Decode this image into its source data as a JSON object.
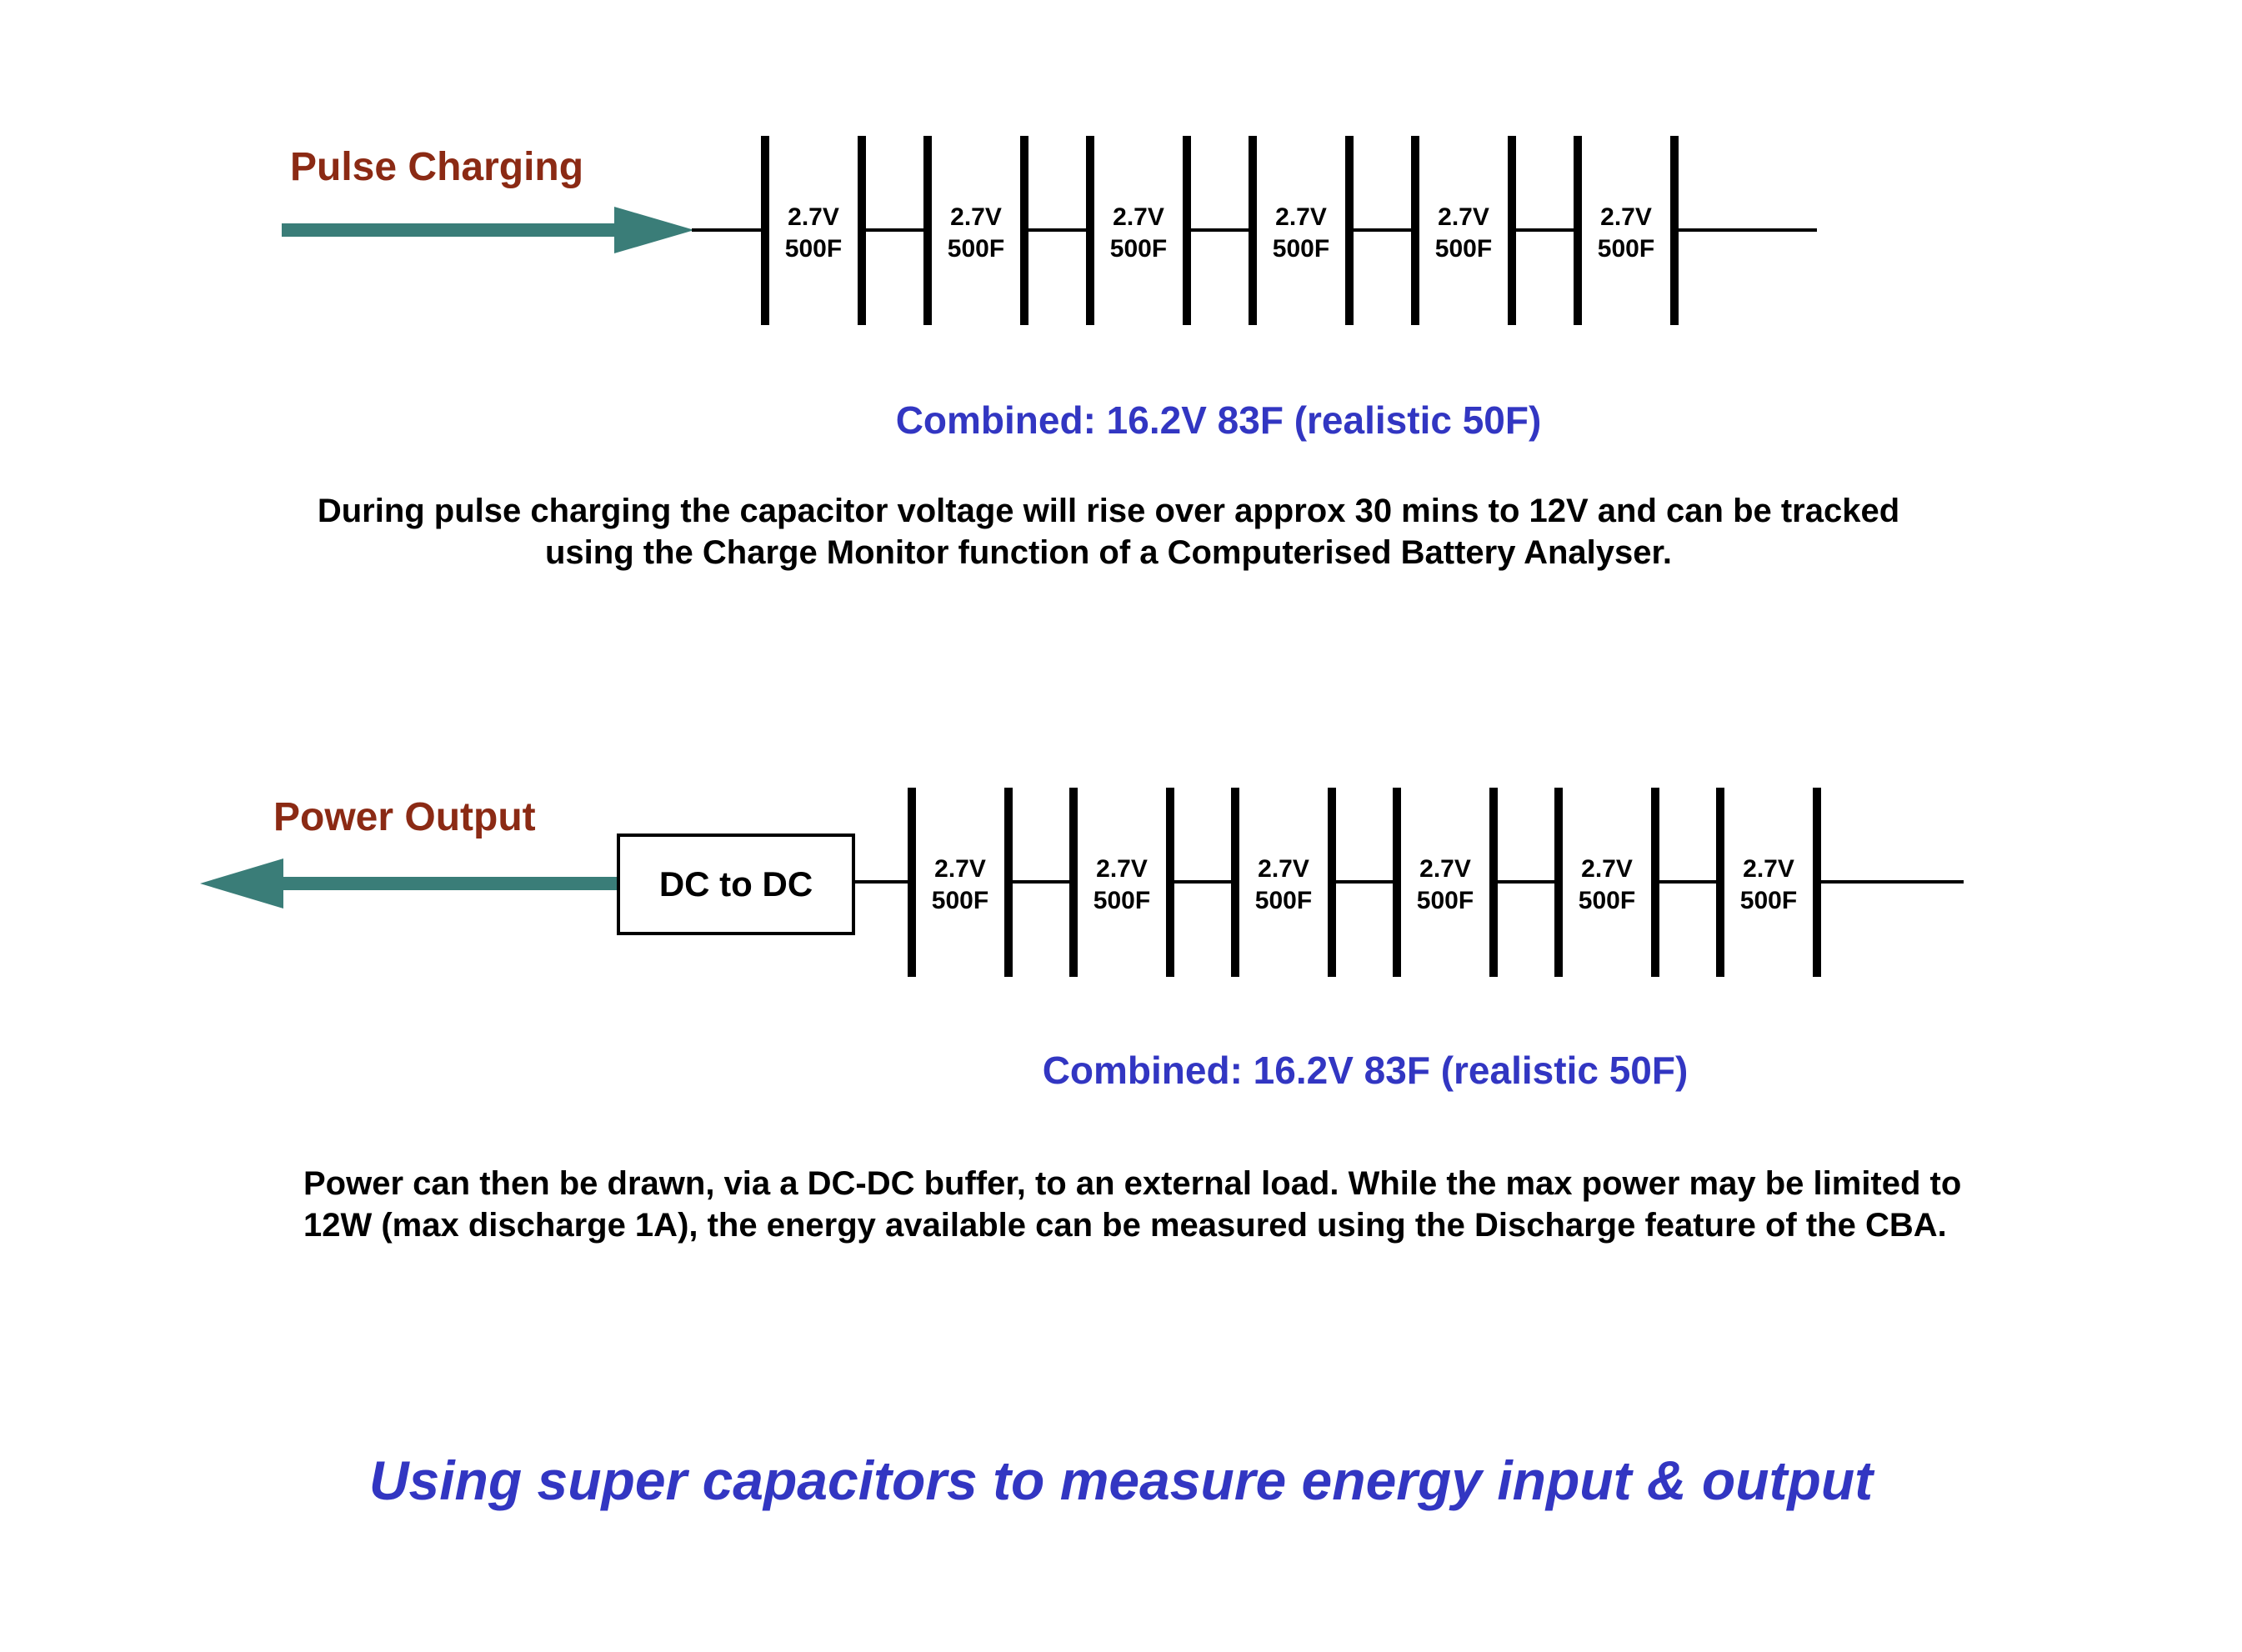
{
  "colors": {
    "label": "#8B2A14",
    "accent_blue": "#3236C2",
    "arrow": "#3A7D78",
    "wire": "#000000"
  },
  "charging": {
    "label": "Pulse Charging",
    "capacitors": [
      {
        "voltage": "2.7V",
        "capacitance": "500F"
      },
      {
        "voltage": "2.7V",
        "capacitance": "500F"
      },
      {
        "voltage": "2.7V",
        "capacitance": "500F"
      },
      {
        "voltage": "2.7V",
        "capacitance": "500F"
      },
      {
        "voltage": "2.7V",
        "capacitance": "500F"
      },
      {
        "voltage": "2.7V",
        "capacitance": "500F"
      }
    ],
    "combined": "Combined: 16.2V 83F (realistic 50F)",
    "description": "During pulse charging the capacitor voltage will rise over approx 30 mins to 12V and can be tracked using the Charge Monitor function of a Computerised Battery Analyser."
  },
  "output": {
    "label": "Power Output",
    "converter_label": "DC to DC",
    "capacitors": [
      {
        "voltage": "2.7V",
        "capacitance": "500F"
      },
      {
        "voltage": "2.7V",
        "capacitance": "500F"
      },
      {
        "voltage": "2.7V",
        "capacitance": "500F"
      },
      {
        "voltage": "2.7V",
        "capacitance": "500F"
      },
      {
        "voltage": "2.7V",
        "capacitance": "500F"
      },
      {
        "voltage": "2.7V",
        "capacitance": "500F"
      }
    ],
    "combined": "Combined: 16.2V 83F (realistic 50F)",
    "description": "Power can then be drawn, via a DC-DC buffer, to an external load. While the max power may be limited to 12W (max discharge 1A), the energy available can be measured using the Discharge feature of the CBA."
  },
  "caption": "Using super capacitors to measure energy input & output"
}
